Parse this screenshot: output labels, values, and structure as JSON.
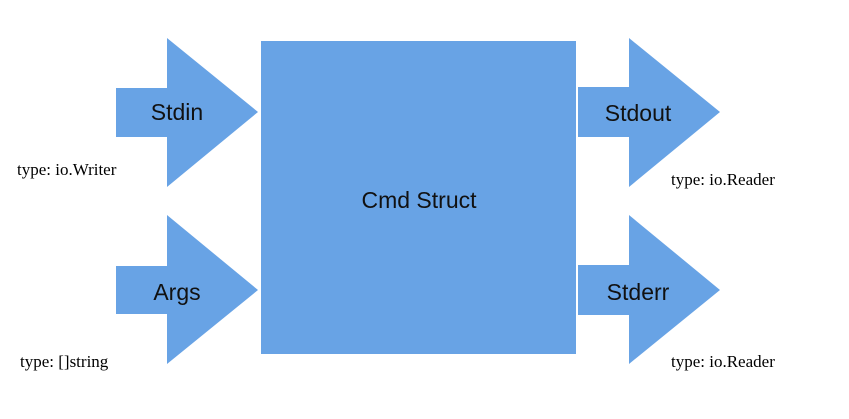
{
  "diagram": {
    "box": {
      "label": "Cmd Struct"
    },
    "inputs": [
      {
        "label": "Stdin",
        "type_text": "type: io.Writer"
      },
      {
        "label": "Args",
        "type_text": "type: []string"
      }
    ],
    "outputs": [
      {
        "label": "Stdout",
        "type_text": "type: io.Reader"
      },
      {
        "label": "Stderr",
        "type_text": "type: io.Reader"
      }
    ],
    "colors": {
      "shape_fill": "#68a3e5",
      "text": "#111111",
      "background": "#ffffff"
    }
  }
}
